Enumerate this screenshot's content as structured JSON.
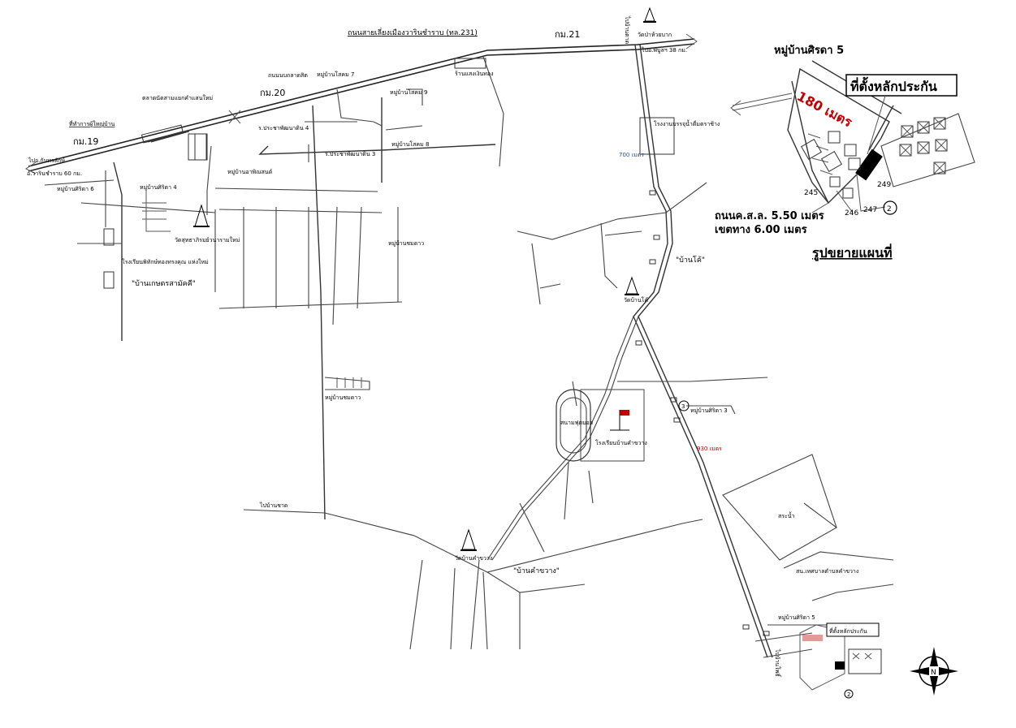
{
  "highway": {
    "name": "ถนนสายเลี่ยงเมืองวารินชำราบ (ทล.231)",
    "km19": "กม.19",
    "km20": "กม.20",
    "km21": "กม.21",
    "west_dest": "ไปอ.กันทรลักษ์",
    "west_dist": "อ.วารินชำราบ 60 กม.",
    "east_dest": "ไปอ.พิบูลฯ 38 กม."
  },
  "places": {
    "office": "ที่ทำการผู้ใหญ่บ้าน",
    "market": "ตลาดนัดสามแยกคำแสนใหม่",
    "village_sirada6": "หมู่บ้านศิริดา 6",
    "village_sirada4": "หมู่บ้านศิริดา 4",
    "temple_left": "วัดสุทธาภิรมย์วนารามใหม่",
    "school_left": "โรงเรียนพิทักษ์ทองทรงคุณ แห่งใหม่",
    "ban_kaset": "\"บ้านเกษตรสามัคคี\"",
    "road_khaosan": "ถนนนบถลาดสิต",
    "village_losom7": "หมู่บ้านโสคม 7",
    "village_losom9": "หมู่บ้านโสคม 9",
    "village_losom8": "หมู่บ้านโสคม 8",
    "prachaniwet": "ร.ประชาพัฒนาดิน 4",
    "prachaniwet2": "ร.ประชาพัฒนาดิน 3",
    "village_arpin": "หมู่บ้านอาพิณสนต์",
    "village_chonchara": "หมู่บ้านชมดาว",
    "village_chondao": "หมู่บ้านชมดาว",
    "wat_top": "วัดป่าห้วยบาก",
    "north_dest": "ไปบ้านตาด",
    "top_store": "ร้านแสงเงินทอง",
    "dist_700": "700 เมตร",
    "ban_kho": "\"บ้านโค้\"",
    "wat_kho": "วัดบ้านโค้",
    "sanam": "สนามฟุตบอล",
    "school": "โรงเรียนบ้านคำขวาง",
    "village_sirada3": "หมู่บ้านศิริดา 3",
    "dist_930": "930 เมตร",
    "to_ban_chat": "ไปบ้านชาด",
    "wat_khamkhwang": "วัดบ้านคำขวาง",
    "ban_khamkhwang": "\"บ้านคำขวาง\"",
    "pond": "สระน้ำ",
    "health": "สน.เทศบาลตำบลคำขวาง",
    "village_sirada5": "หมู่บ้านศิริดา 5",
    "site_label": "ที่ตั้งหลักประกัน",
    "south_dest": "ไปบ้านโพธิ์",
    "middle_store": "โรงงานบรรจุน้ำดื่มตราช้าง"
  },
  "inset": {
    "title": "หมู่บ้านศิรดา 5",
    "site_label": "ที่ตั้งหลักประกัน",
    "distance": "180 เมตร",
    "lot_245": "245",
    "lot_246": "246",
    "lot_247": "247",
    "lot_249": "249",
    "marker": "2",
    "road_info": "ถนนค.ส.ล. 5.50 เมตร",
    "road_width": "เขตทาง 6.00 เมตร",
    "caption": "รูปขยายแผนที่"
  },
  "markers": {
    "marker_3": "3",
    "marker_2_small": "2"
  },
  "compass": {
    "north": "N"
  },
  "colors": {
    "road": "#333333",
    "highlight": "#c00000",
    "distance": "#1f4e9c"
  }
}
